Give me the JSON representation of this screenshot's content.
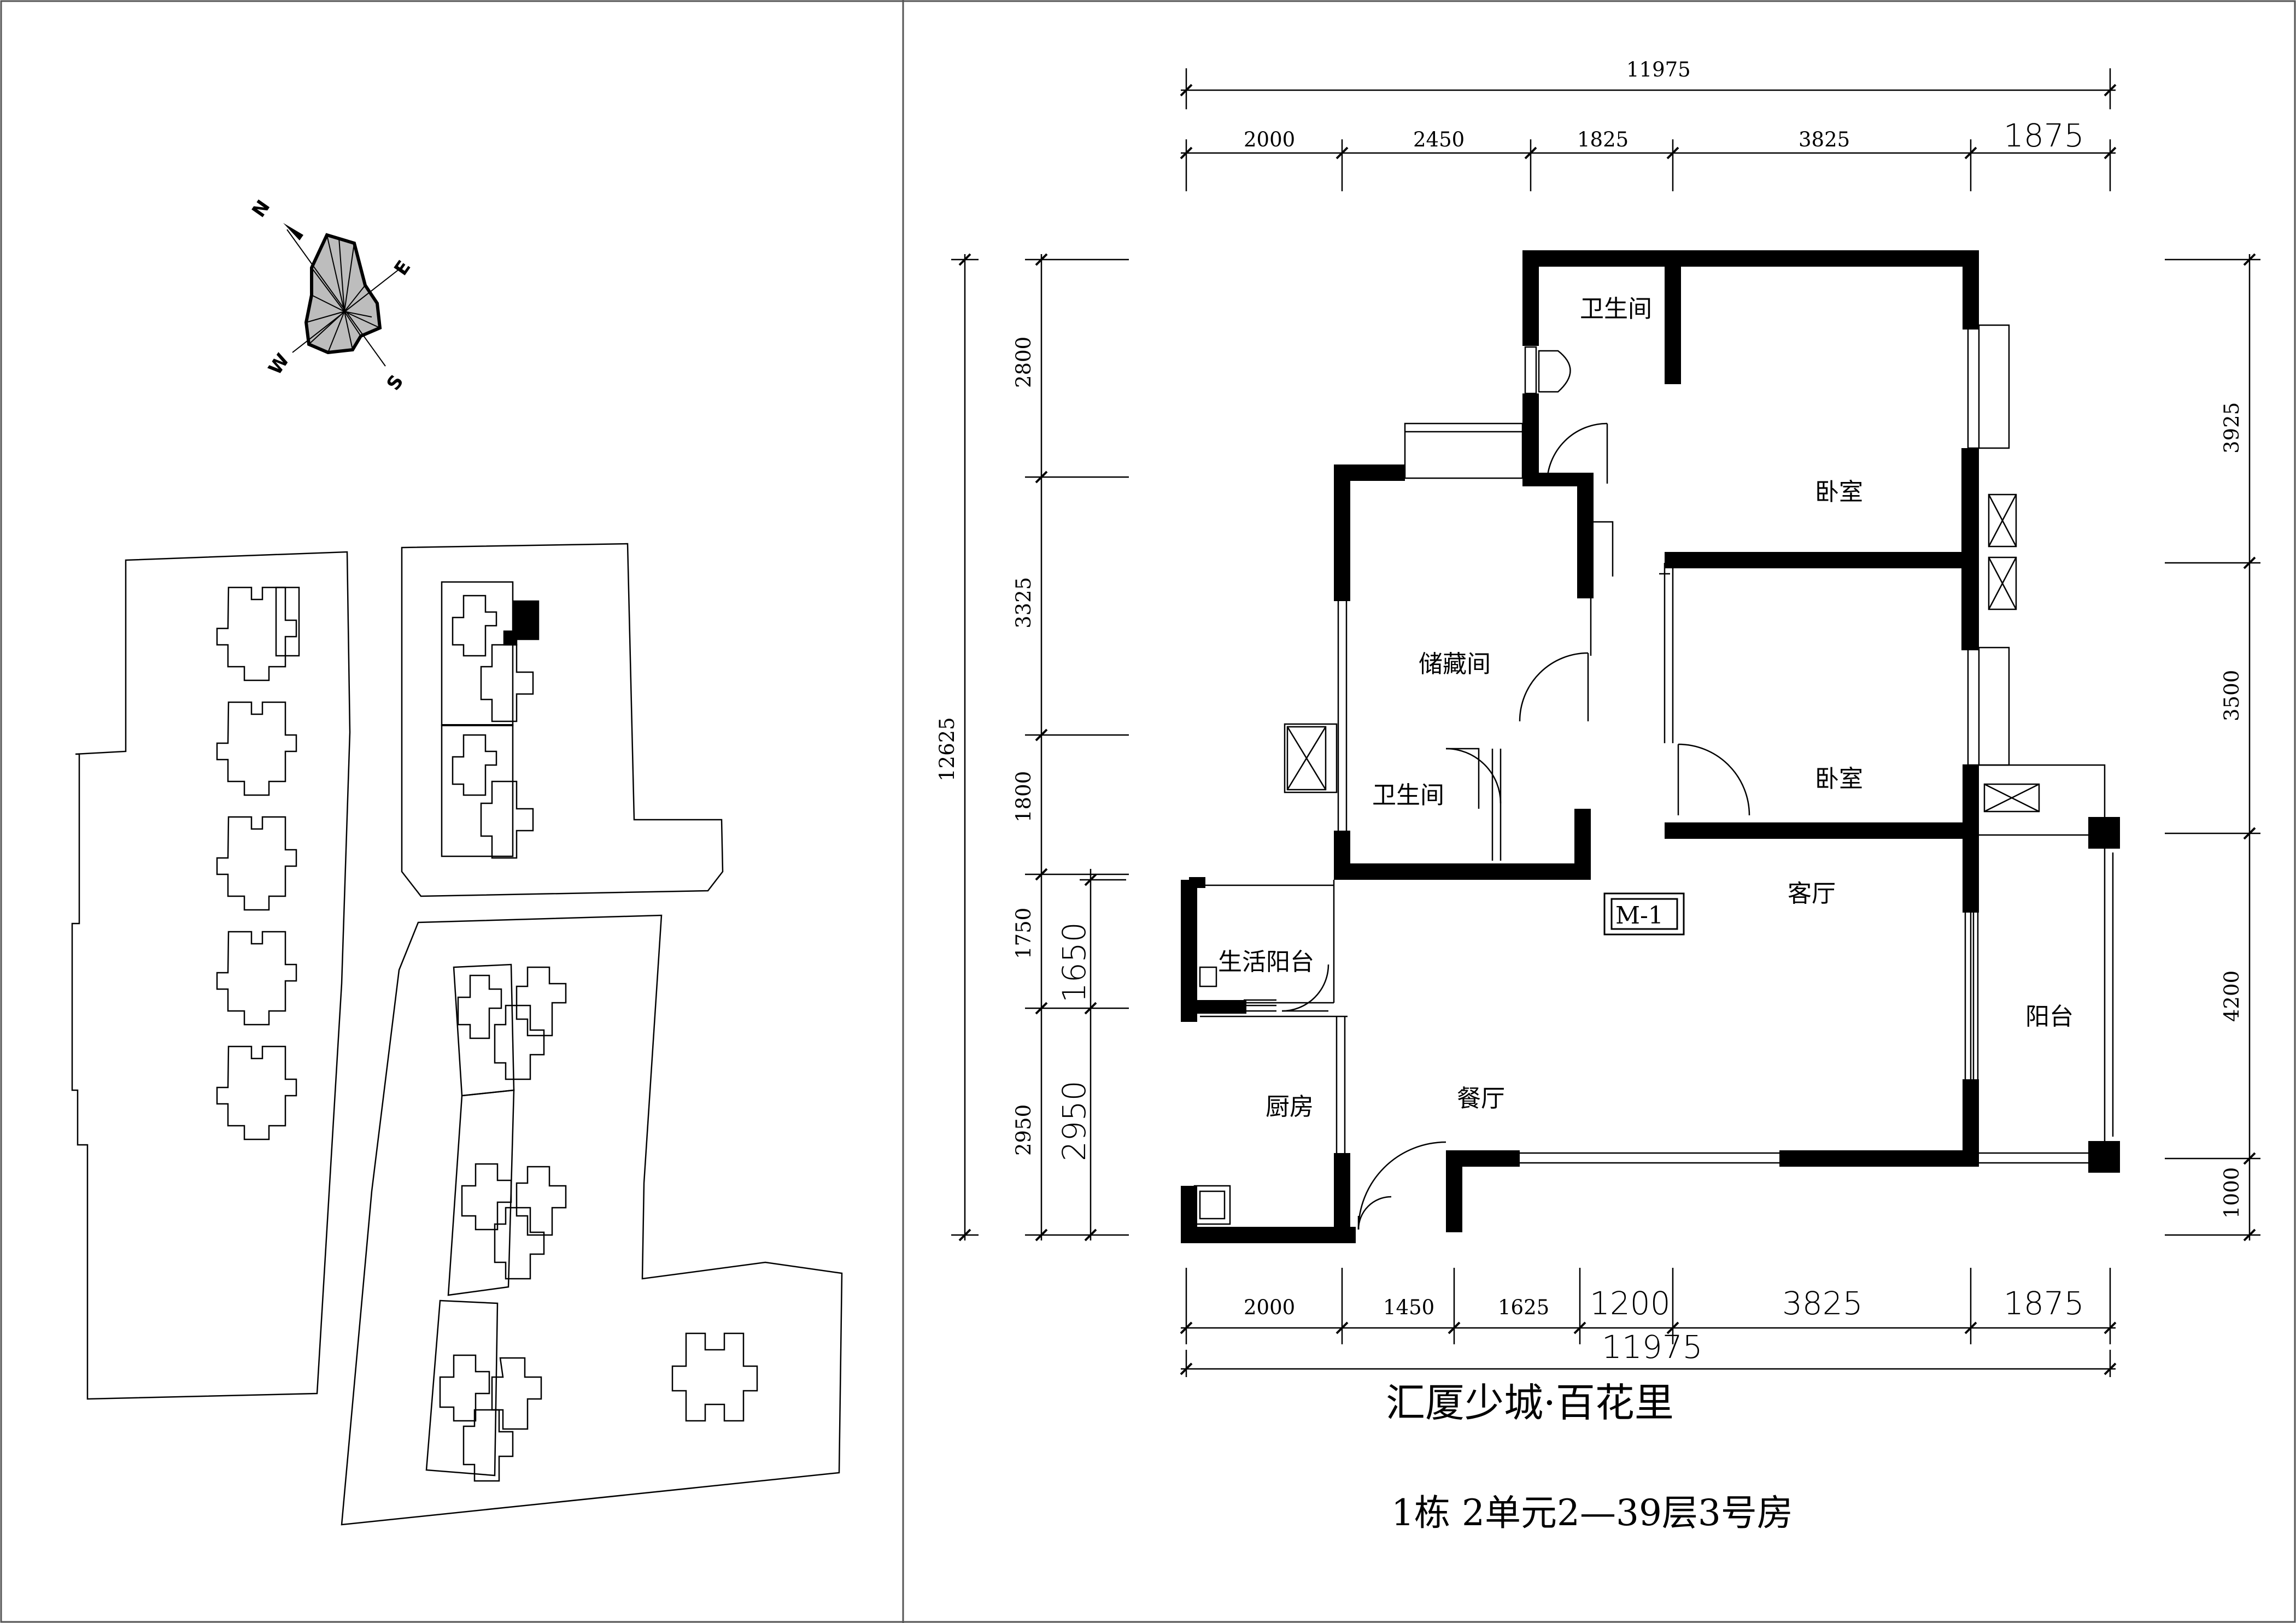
{
  "compass": {
    "n": "N",
    "e": "E",
    "s": "S",
    "w": "W"
  },
  "title": {
    "project": "汇厦少城·百花里",
    "unit": "1栋 2单元2—39层3号房"
  },
  "tag": "M-1",
  "rooms": {
    "bathroom_top": "卫生间",
    "bedroom_1": "卧室",
    "storage": "储藏间",
    "bedroom_2": "卧室",
    "bathroom_mid": "卫生间",
    "living": "客厅",
    "service_balcony": "生活阳台",
    "balcony": "阳台",
    "kitchen": "厨房",
    "dining": "餐厅"
  },
  "dims": {
    "top_total": "11975",
    "top": [
      "2000",
      "2450",
      "1825",
      "3825",
      "1875"
    ],
    "bottom_total": "11975",
    "bottom": [
      "2000",
      "1450",
      "1625",
      "1200",
      "3825",
      "1875"
    ],
    "left_total": "12625",
    "left": [
      "2800",
      "3325",
      "1800",
      "1750",
      "2950"
    ],
    "left_inner": [
      "1650",
      "2950"
    ],
    "right": [
      "3925",
      "3500",
      "4200",
      "1000"
    ]
  }
}
